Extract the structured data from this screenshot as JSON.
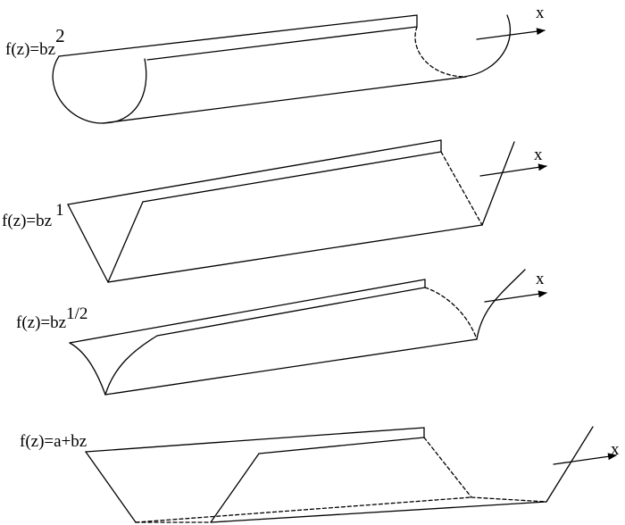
{
  "diagram": {
    "panels": [
      {
        "id": "quadratic",
        "label": "f(z)=bz",
        "exponent": "2",
        "axis_label": "x"
      },
      {
        "id": "linear",
        "label": "f(z)=bz",
        "exponent": "1",
        "axis_label": "x"
      },
      {
        "id": "sqrt",
        "label": "f(z)=bz",
        "exponent": "1/2",
        "axis_label": "x"
      },
      {
        "id": "affine",
        "label": "f(z)=a+bz",
        "exponent": "",
        "axis_label": "x"
      }
    ]
  }
}
